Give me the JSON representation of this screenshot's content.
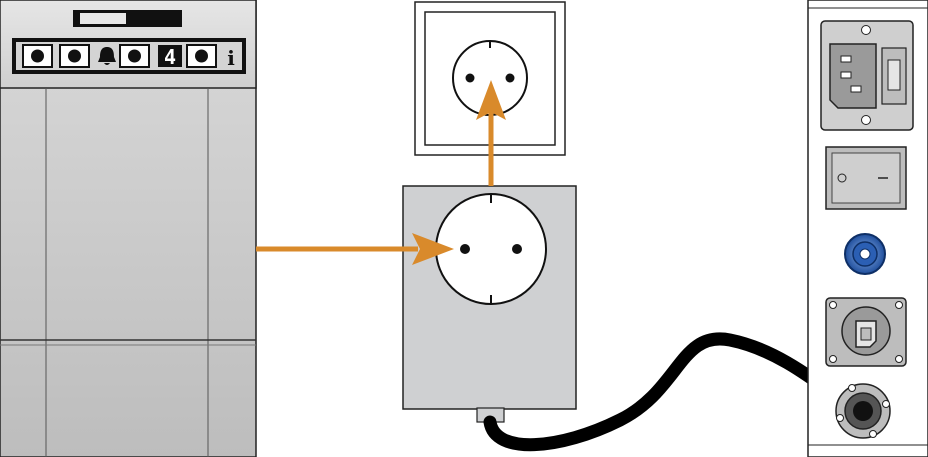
{
  "device": {
    "control_panel": {
      "buttons": [
        {
          "name": "button-1",
          "icon": "dot-icon"
        },
        {
          "name": "button-2",
          "icon": "dot-icon"
        },
        {
          "name": "alarm",
          "icon": "bell-icon"
        },
        {
          "name": "button-3",
          "icon": "dot-icon"
        },
        {
          "name": "counter",
          "value": "4"
        },
        {
          "name": "button-4",
          "icon": "dot-icon"
        },
        {
          "name": "info",
          "icon": "info-icon",
          "label": "i"
        }
      ]
    }
  },
  "colors": {
    "arrow": "#d98a2b",
    "device_body": "#c8c8c8",
    "adapter_body": "#cfd0d2",
    "bnc_connector": "#2b5fb4",
    "cable": "#000000"
  },
  "connections": [
    {
      "from": "device",
      "to": "adapter-socket"
    },
    {
      "from": "adapter",
      "to": "wall-socket"
    },
    {
      "from": "adapter",
      "to": "rear-panel-port"
    }
  ],
  "rear_panel": {
    "items": [
      "iec-power-inlet",
      "rocker-switch",
      "bnc-connector",
      "usb-b-port",
      "round-cable-port"
    ]
  }
}
